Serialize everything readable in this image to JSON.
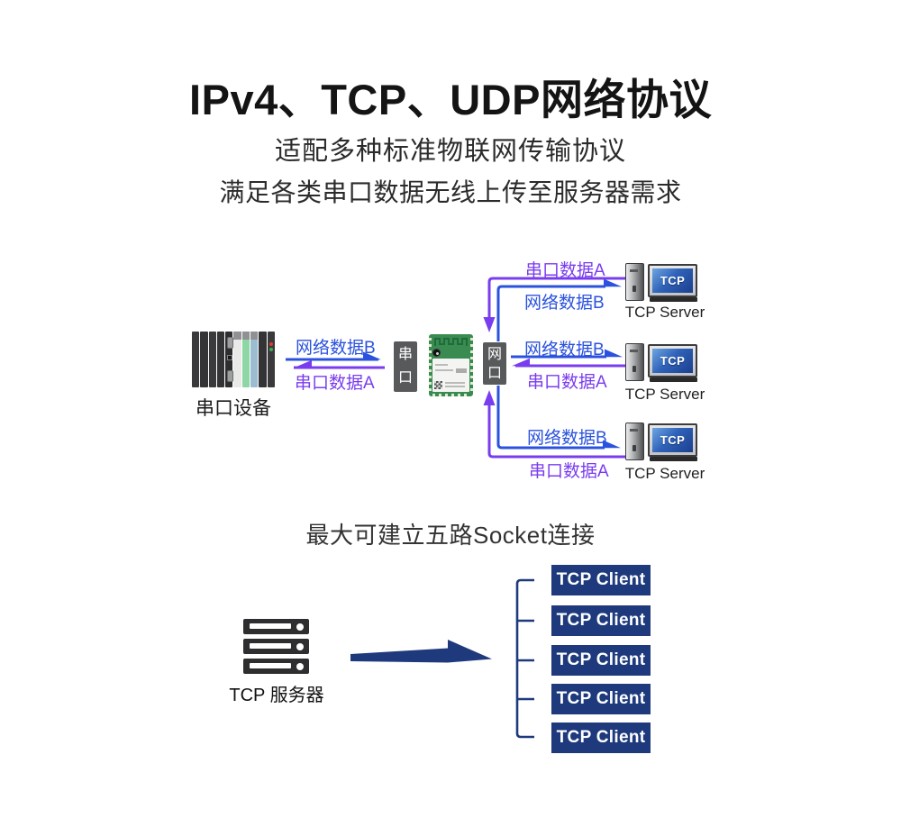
{
  "header": {
    "title": "IPv4、TCP、UDP网络协议",
    "subtitle1": "适配多种标准物联网传输协议",
    "subtitle2": "满足各类串口数据无线上传至服务器需求"
  },
  "diagram1": {
    "device_label": "串口设备",
    "serial_port_box": "串口",
    "net_port_box": "网口",
    "left_link": {
      "top_label": "网络数据B",
      "bottom_label": "串口数据A"
    },
    "branches": [
      {
        "top_label": "串口数据A",
        "bottom_label": "网络数据B",
        "server_label": "TCP Server"
      },
      {
        "top_label": "网络数据B",
        "bottom_label": "串口数据A",
        "server_label": "TCP Server"
      },
      {
        "top_label": "网络数据B",
        "bottom_label": "串口数据A",
        "server_label": "TCP Server"
      }
    ],
    "screen_text": "TCP"
  },
  "section2": {
    "heading": "最大可建立五路Socket连接",
    "server_label": "TCP 服务器",
    "clients": [
      {
        "label": "TCP Client"
      },
      {
        "label": "TCP Client"
      },
      {
        "label": "TCP Client"
      },
      {
        "label": "TCP Client"
      },
      {
        "label": "TCP Client"
      }
    ]
  },
  "colors": {
    "accent_blue": "#2b52de",
    "accent_purple": "#7a3cef",
    "navy": "#1e3a7d",
    "box_gray": "#58595b"
  },
  "icons": {
    "serial_device": "plc-rack",
    "wifi_module": "pcb-module",
    "tcp_server": "desktop-computer",
    "tcp_server_rack": "server-rack",
    "flow_arrow": "right-arrow",
    "client_bracket": "bracket-lines"
  }
}
